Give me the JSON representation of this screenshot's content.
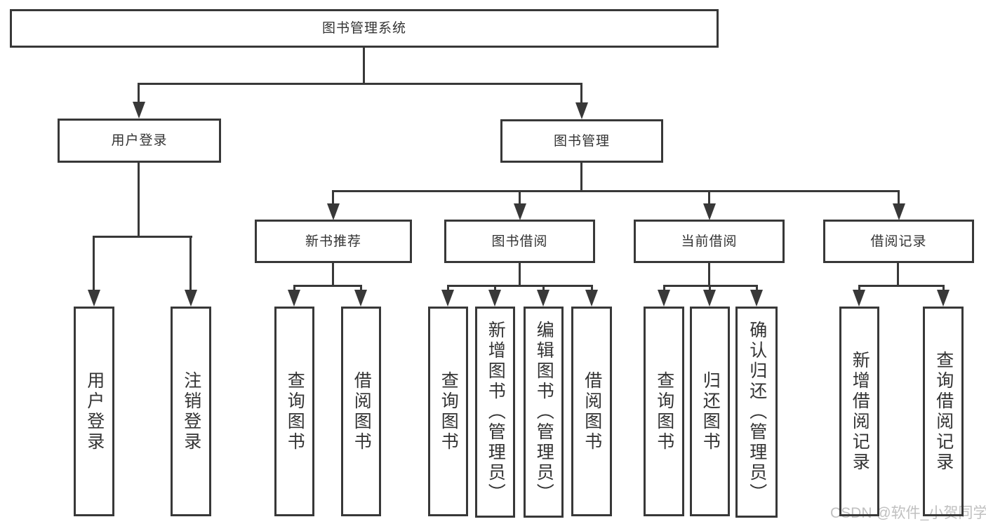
{
  "diagram": {
    "root": {
      "label": "图书管理系统"
    },
    "level2": [
      {
        "label": "用户登录"
      },
      {
        "label": "图书管理"
      }
    ],
    "level3": [
      {
        "label": "新书推荐"
      },
      {
        "label": "图书借阅"
      },
      {
        "label": "当前借阅"
      },
      {
        "label": "借阅记录"
      }
    ],
    "leaves": {
      "user_login": [
        "用户登录",
        "注销登录"
      ],
      "new_book_recommend": [
        "查询图书",
        "借阅图书"
      ],
      "book_borrow": [
        "查询图书",
        "新增图书（管理员）",
        "编辑图书（管理员）",
        "借阅图书"
      ],
      "current_borrow": [
        "查询图书",
        "归还图书",
        "确认归还（管理员）"
      ],
      "borrow_records": [
        "新增借阅记录",
        "查询借阅记录"
      ]
    }
  },
  "watermark": {
    "text": "CSDN @软件_小贺同学"
  },
  "colors": {
    "line": "#383838",
    "text": "#333333",
    "watermark": "#c0c0c0",
    "background": "#ffffff"
  }
}
